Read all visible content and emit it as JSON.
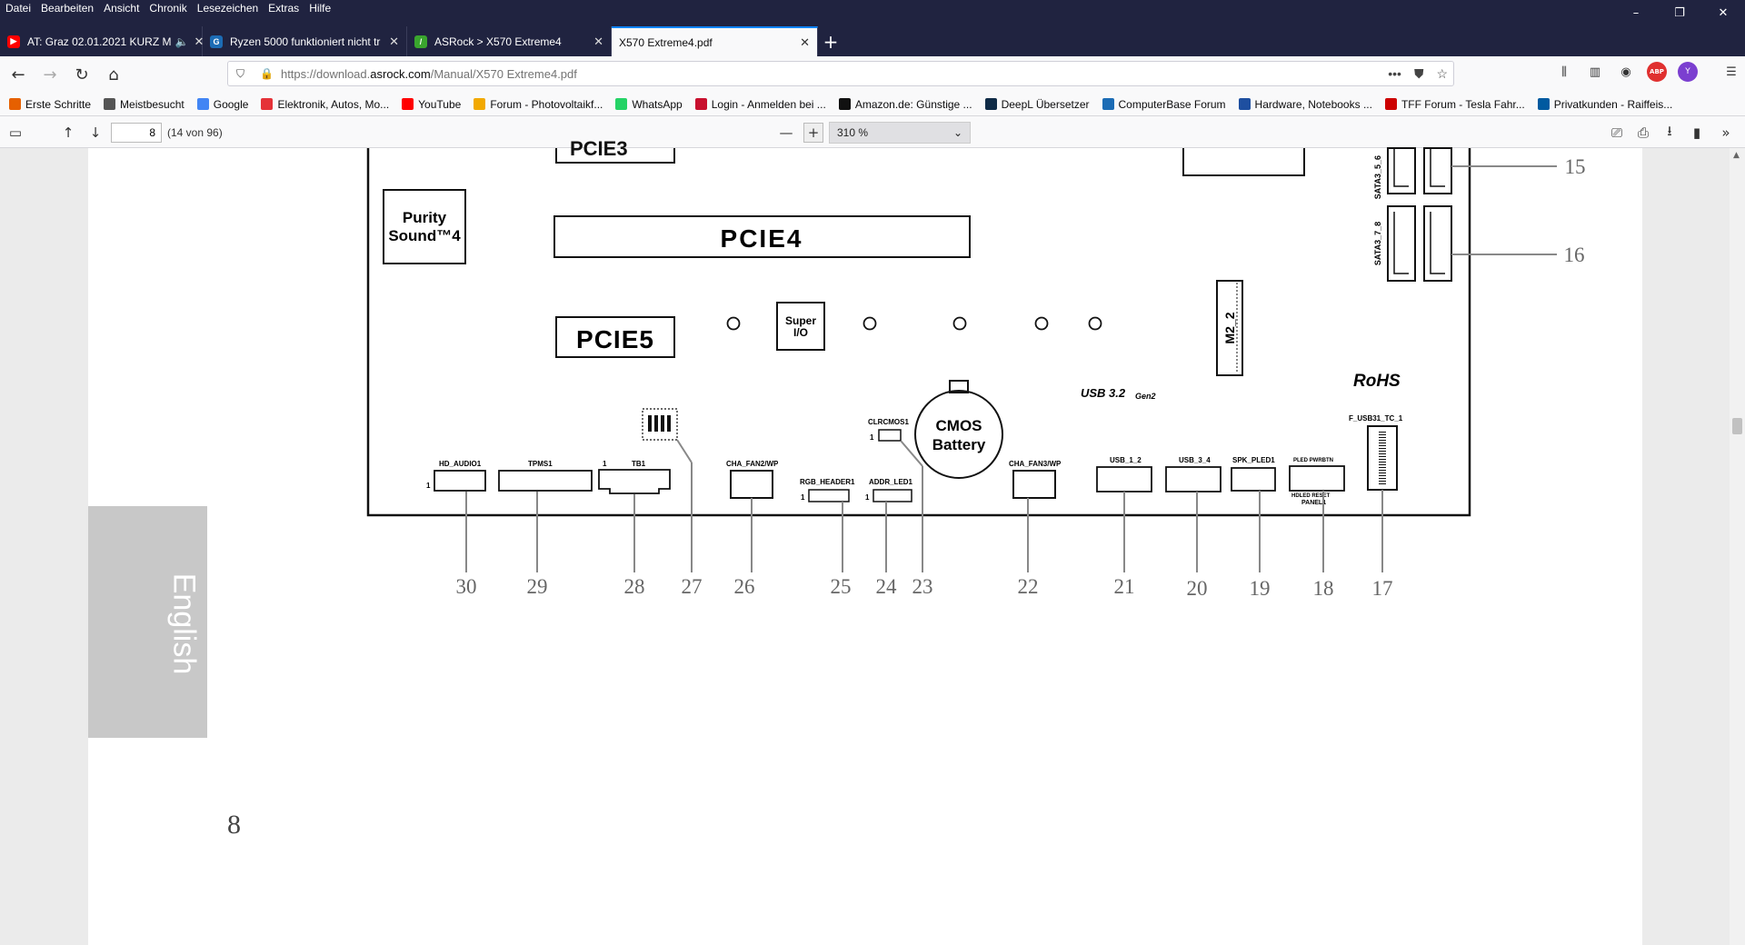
{
  "menu": [
    "Datei",
    "Bearbeiten",
    "Ansicht",
    "Chronik",
    "Lesezeichen",
    "Extras",
    "Hilfe"
  ],
  "window": {
    "minimize": "–",
    "restore": "❐",
    "close": "✕"
  },
  "tabs": [
    {
      "title": "AT: Graz 02.01.2021 KURZ M",
      "icon_color": "#ff0000",
      "icon": "play-icon"
    },
    {
      "title": "Ryzen 5000 funktioniert nicht tr",
      "icon_color": "#1c6cb5",
      "icon": "computerbase-icon"
    },
    {
      "title": "ASRock > X570 Extreme4",
      "icon_color": "#3aa52e",
      "icon": "asrock-icon"
    },
    {
      "title": "X570 Extreme4.pdf",
      "icon_color": "#f9f9fa",
      "icon": "pdf-icon"
    }
  ],
  "new_tab": "+",
  "url": {
    "prefix": "https://download.",
    "domain": "asrock.com",
    "path": "/Manual/X570 Extreme4.pdf"
  },
  "bookmarks": [
    {
      "label": "Erste Schritte",
      "color": "#e66000"
    },
    {
      "label": "Meistbesucht",
      "color": "#555"
    },
    {
      "label": "Google",
      "color": "#4285f4"
    },
    {
      "label": "Elektronik, Autos, Mo...",
      "color": "#e53238"
    },
    {
      "label": "YouTube",
      "color": "#ff0000"
    },
    {
      "label": "Forum - Photovoltaikf...",
      "color": "#f2a900"
    },
    {
      "label": "WhatsApp",
      "color": "#25d366"
    },
    {
      "label": "Login - Anmelden bei ...",
      "color": "#c8102e"
    },
    {
      "label": "Amazon.de: Günstige ...",
      "color": "#111"
    },
    {
      "label": "DeepL Übersetzer",
      "color": "#0f2b46"
    },
    {
      "label": "ComputerBase Forum",
      "color": "#1c6cb5"
    },
    {
      "label": "Hardware, Notebooks ...",
      "color": "#1e4fa0"
    },
    {
      "label": "TFF Forum - Tesla Fahr...",
      "color": "#cc0000"
    },
    {
      "label": "Privatkunden - Raiffeis...",
      "color": "#005aa0"
    }
  ],
  "pdf": {
    "page": "8",
    "page_of": "(14 von 96)",
    "zoom": "310 %",
    "page_number_text": "8",
    "side_label": "English"
  },
  "board": {
    "labels": {
      "purity1": "Purity",
      "purity2": "Sound™4",
      "pcie4": "PCIE4",
      "pcie5": "PCIE5",
      "superio1": "Super",
      "superio2": "I/O",
      "m2": "M2_2",
      "usb32": "USB 3.2",
      "usbgen": "Gen2",
      "rohs": "RoHS",
      "cmos1": "CMOS",
      "cmos2": "Battery",
      "clrcmos": "CLRCMOS1",
      "sata56": "SATA3_5_6",
      "sata78": "SATA3_7_8",
      "fusb": "F_USB31_TC_1",
      "hdaudio": "HD_AUDIO1",
      "tpms": "TPMS1",
      "tb": "TB1",
      "tb1": "1",
      "chafan2": "CHA_FAN2/WP",
      "rgb": "RGB_HEADER1",
      "addr": "ADDR_LED1",
      "chafan3": "CHA_FAN3/WP",
      "usb12": "USB_1_2",
      "usb34": "USB_3_4",
      "spk": "SPK_PLED1",
      "pled": "PLED PWRBTN",
      "hdled": "HDLED RESET",
      "panel": "PANEL1",
      "one": "1"
    },
    "callouts": [
      "30",
      "29",
      "28",
      "27",
      "26",
      "25",
      "24",
      "23",
      "22",
      "21",
      "20",
      "19",
      "18",
      "17",
      "15",
      "16"
    ]
  }
}
